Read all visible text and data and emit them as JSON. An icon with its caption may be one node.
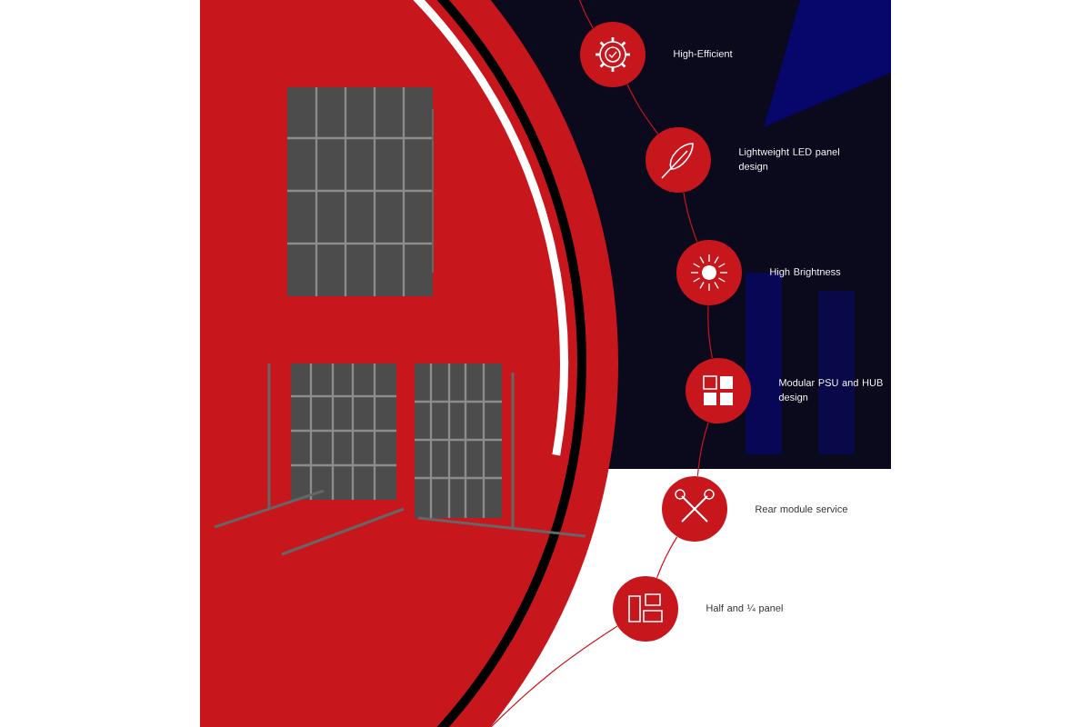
{
  "diagram": {
    "nodes": [
      {
        "text": [],
        "shape": "circle",
        "beside": [
          "High-Efficient"
        ]
      },
      {
        "text": [],
        "shape": "circle",
        "beside": [
          "Lightweight LED panel design"
        ]
      },
      {
        "text": [],
        "shape": "circle",
        "beside": [
          "High Brightness"
        ]
      },
      {
        "text": [],
        "shape": "circle",
        "beside": [
          "Modular PSU and HUB design"
        ]
      },
      {
        "text": [],
        "shape": "circle",
        "beside": [
          "Rear module service"
        ]
      },
      {
        "text": [],
        "shape": "circle",
        "beside": [
          "Half and ¼ panel"
        ]
      }
    ],
    "edges": [
      {
        "from": null,
        "to": 0,
        "arrow": "none"
      },
      {
        "from": 0,
        "to": 1,
        "arrow": "none"
      },
      {
        "from": 1,
        "to": 2,
        "arrow": "none"
      },
      {
        "from": 2,
        "to": 3,
        "arrow": "none"
      },
      {
        "from": 3,
        "to": 4,
        "arrow": "none"
      },
      {
        "from": 4,
        "to": 5,
        "arrow": "none"
      },
      {
        "from": 5,
        "to": null,
        "arrow": "none"
      }
    ]
  }
}
